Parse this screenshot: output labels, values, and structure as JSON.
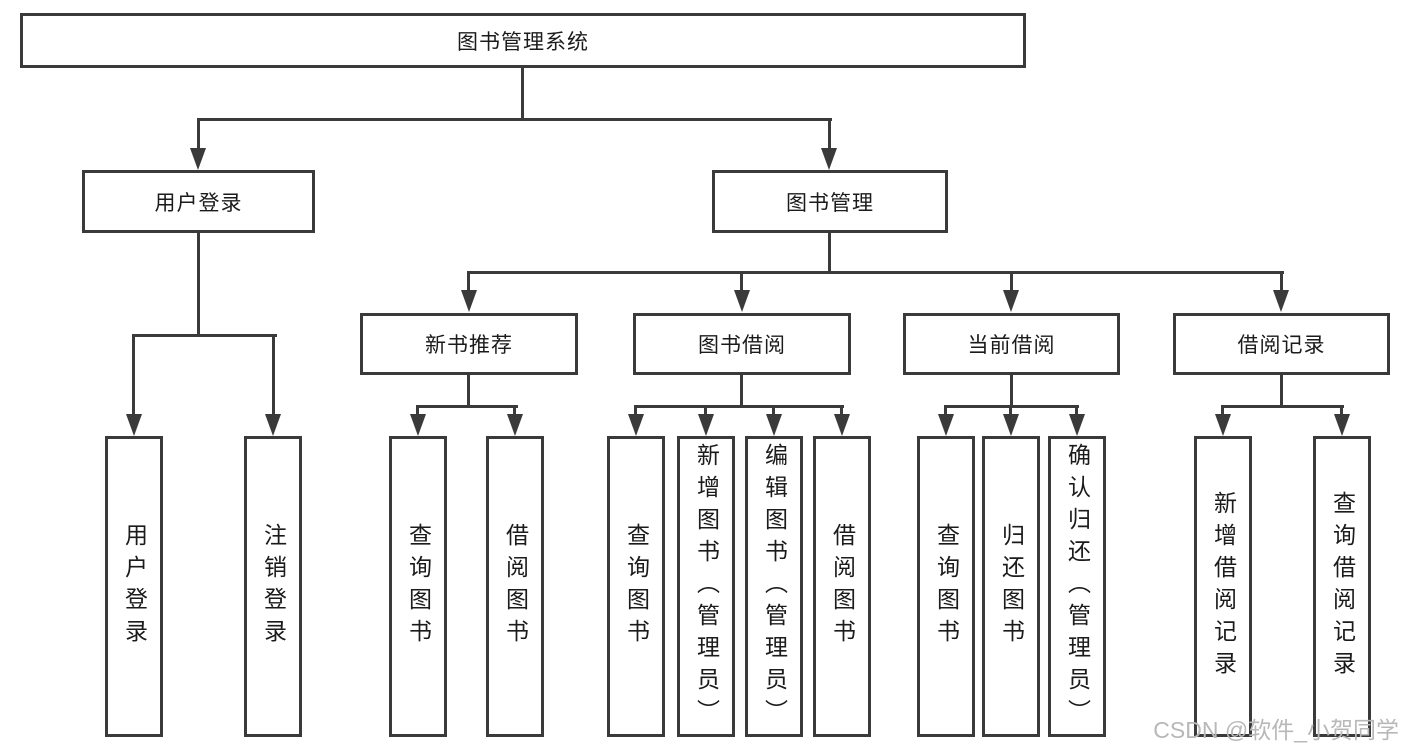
{
  "nodes": {
    "root": "图书管理系统",
    "level2": [
      "用户登录",
      "图书管理"
    ],
    "level3": [
      "新书推荐",
      "图书借阅",
      "当前借阅",
      "借阅记录"
    ],
    "leaves": {
      "user_login": [
        "用户登录",
        "注销登录"
      ],
      "new_book": [
        "查询图书",
        "借阅图书"
      ],
      "book_borrow": [
        "查询图书",
        "新增图书（管理员）",
        "编辑图书（管理员）",
        "借阅图书"
      ],
      "current_borrow": [
        "查询图书",
        "归还图书",
        "确认归还（管理员）"
      ],
      "borrow_record": [
        "新增借阅记录",
        "查询借阅记录"
      ]
    }
  },
  "colors": {
    "line": "#3a3a3a",
    "text": "#1b1b1b",
    "watermark": "#b8b8b8",
    "background": "#ffffff"
  },
  "watermark": "CSDN @软件_小贺同学"
}
